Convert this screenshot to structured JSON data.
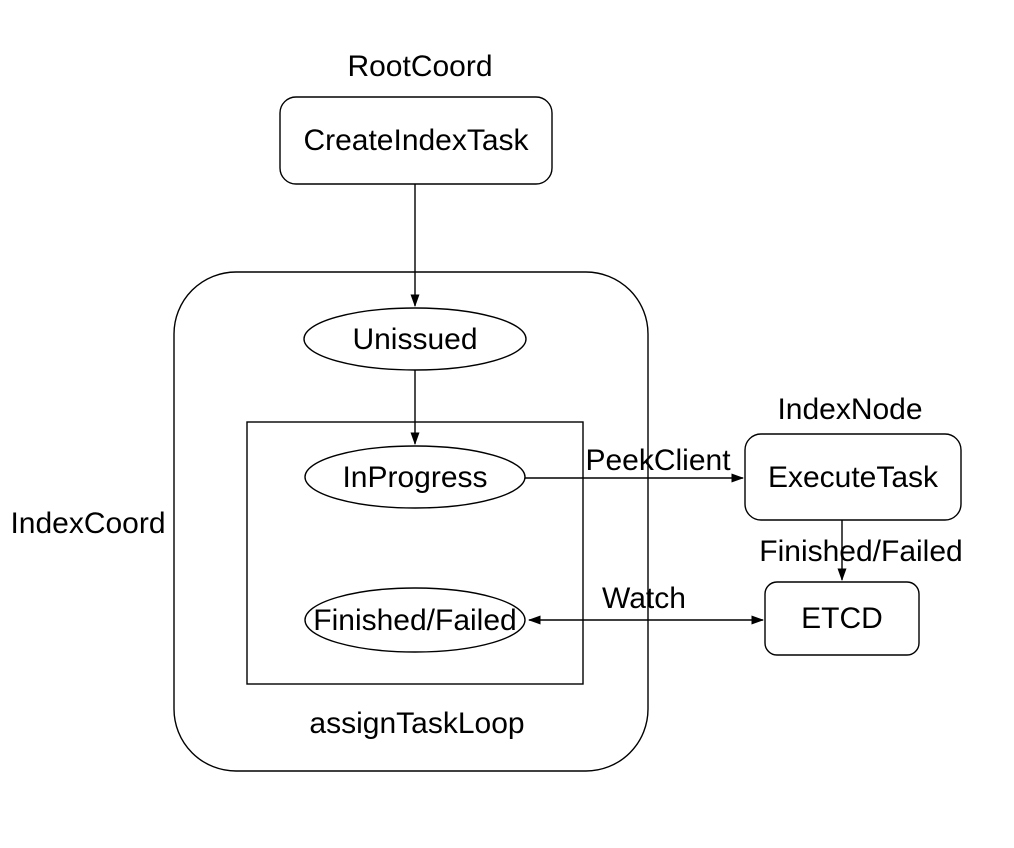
{
  "canvas": {
    "background": "#ffffff",
    "stroke_color": "#000000",
    "text_color": "#000000"
  },
  "containers": {
    "root_coord": {
      "label": "RootCoord"
    },
    "index_coord": {
      "label": "IndexCoord",
      "shape": "rounded-rect-group"
    },
    "assign_task_loop": {
      "label": "assignTaskLoop",
      "shape": "rect-group"
    },
    "index_node": {
      "label": "IndexNode"
    }
  },
  "nodes": {
    "create_index_task": {
      "label": "CreateIndexTask",
      "shape": "rounded-rect"
    },
    "unissued": {
      "label": "Unissued",
      "shape": "ellipse"
    },
    "in_progress": {
      "label": "InProgress",
      "shape": "ellipse"
    },
    "finished_failed": {
      "label": "Finished/Failed",
      "shape": "ellipse"
    },
    "execute_task": {
      "label": "ExecuteTask",
      "shape": "rounded-rect"
    },
    "etcd": {
      "label": "ETCD",
      "shape": "rounded-rect"
    }
  },
  "edges": {
    "create_to_unissued": {
      "label": "",
      "from": "create_index_task",
      "to": "unissued"
    },
    "unissued_to_in_progress": {
      "label": "",
      "from": "unissued",
      "to": "in_progress"
    },
    "peek_client": {
      "label": "PeekClient",
      "from": "in_progress",
      "to": "execute_task"
    },
    "finished_failed": {
      "label": "Finished/Failed",
      "from": "execute_task",
      "to": "etcd"
    },
    "watch": {
      "label": "Watch",
      "from": "finished_failed",
      "to": "etcd",
      "direction": "both"
    }
  }
}
